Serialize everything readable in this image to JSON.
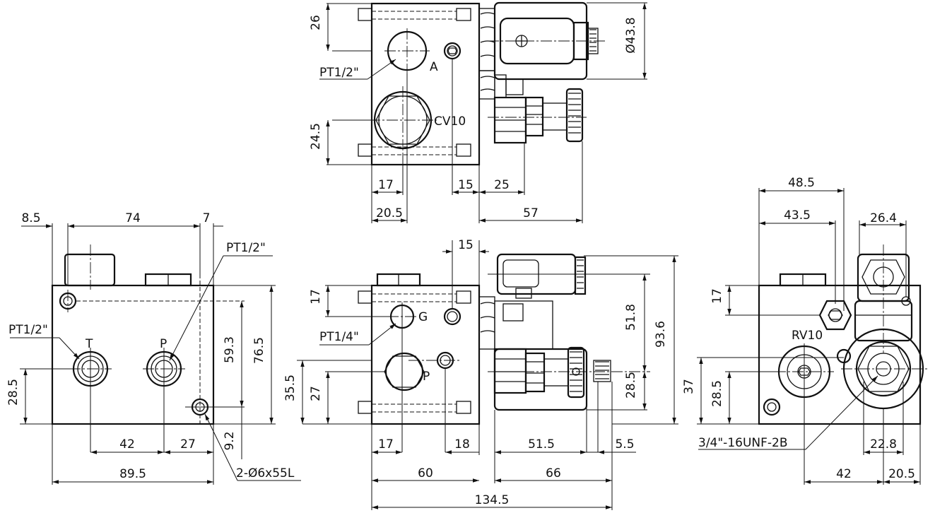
{
  "dimensions": {
    "top_26": "26",
    "top_24_5": "24.5",
    "top_dia_43_8": "Ø43.8",
    "top_17": "17",
    "top_20_5": "20.5",
    "top_15": "15",
    "top_25": "25",
    "top_57": "57",
    "left_8_5": "8.5",
    "left_74": "74",
    "left_7": "7",
    "left_28_5": "28.5",
    "left_59_3": "59.3",
    "left_76_5": "76.5",
    "left_9_2": "9.2",
    "left_42": "42",
    "left_27": "27",
    "left_89_5": "89.5",
    "mid_15": "15",
    "mid_17": "17",
    "mid_51_8": "51.8",
    "mid_93_6": "93.6",
    "mid_35_5": "35.5",
    "mid_27": "27",
    "mid_28_5": "28.5",
    "mid_17b": "17",
    "mid_18": "18",
    "mid_51_5": "51.5",
    "mid_5_5": "5.5",
    "mid_60": "60",
    "mid_66": "66",
    "mid_134_5": "134.5",
    "right_48_5": "48.5",
    "right_43_5": "43.5",
    "right_26_4": "26.4",
    "right_17": "17",
    "right_37": "37",
    "right_28_5": "28.5",
    "right_22_8": "22.8",
    "right_42": "42",
    "right_20_5": "20.5"
  },
  "labels": {
    "top_pt12": "PT1/2\"",
    "top_A": "A",
    "top_cv10": "CV10",
    "left_pt12_upper": "PT1/2\"",
    "left_pt12_lower": "PT1/2\"",
    "left_T": "T",
    "left_P": "P",
    "left_holes": "2-Ø6x55L",
    "mid_pt14": "PT1/4\"",
    "mid_G": "G",
    "mid_P": "P",
    "right_rv10": "RV10",
    "right_unf": "3/4\"-16UNF-2B"
  }
}
